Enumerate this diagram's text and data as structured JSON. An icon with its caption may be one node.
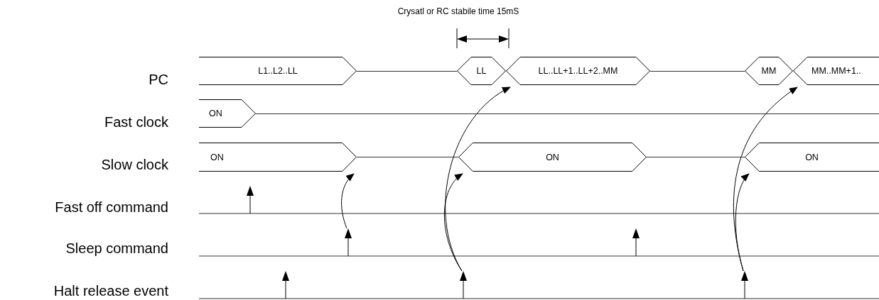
{
  "diagram": {
    "nodes": [
      {
        "text": [
          "L1..L2..LL"
        ]
      },
      {
        "text": [
          "LL"
        ]
      },
      {
        "text": [
          "LL..LL+1..LL+2..MM"
        ]
      },
      {
        "text": [
          "MM"
        ]
      },
      {
        "text": [
          "MM..MM+1.."
        ]
      },
      {
        "text": [
          "ON"
        ]
      },
      {
        "text": [
          "ON"
        ]
      },
      {
        "text": [
          "ON"
        ]
      },
      {
        "text": [
          "ON"
        ]
      },
      {
        "text": [],
        "shape": "arrow"
      },
      {
        "text": [],
        "shape": "arrow"
      },
      {
        "text": [],
        "shape": "arrow"
      },
      {
        "text": [],
        "shape": "arrow"
      },
      {
        "text": [],
        "shape": "arrow"
      },
      {
        "text": [],
        "shape": "arrow"
      },
      {
        "text": [],
        "shape": "line"
      },
      {
        "text": [],
        "shape": "line"
      },
      {
        "text": [],
        "shape": "line"
      },
      {
        "text": [],
        "shape": "line"
      },
      {
        "text": [],
        "shape": "line"
      }
    ],
    "edges": [
      {
        "from": 10,
        "to": 6,
        "arrow": "to"
      },
      {
        "from": 13,
        "to": 7,
        "arrow": "to"
      },
      {
        "from": 13,
        "to": 2,
        "arrow": "to"
      },
      {
        "from": 14,
        "to": 8,
        "arrow": "to"
      },
      {
        "from": 14,
        "to": 4,
        "arrow": "to"
      }
    ],
    "labels": [
      "Crysatl or RC stabile time 15mS",
      "PC",
      "Fast clock",
      "Slow clock",
      "Fast off command",
      "Sleep command",
      "Halt release event"
    ]
  }
}
